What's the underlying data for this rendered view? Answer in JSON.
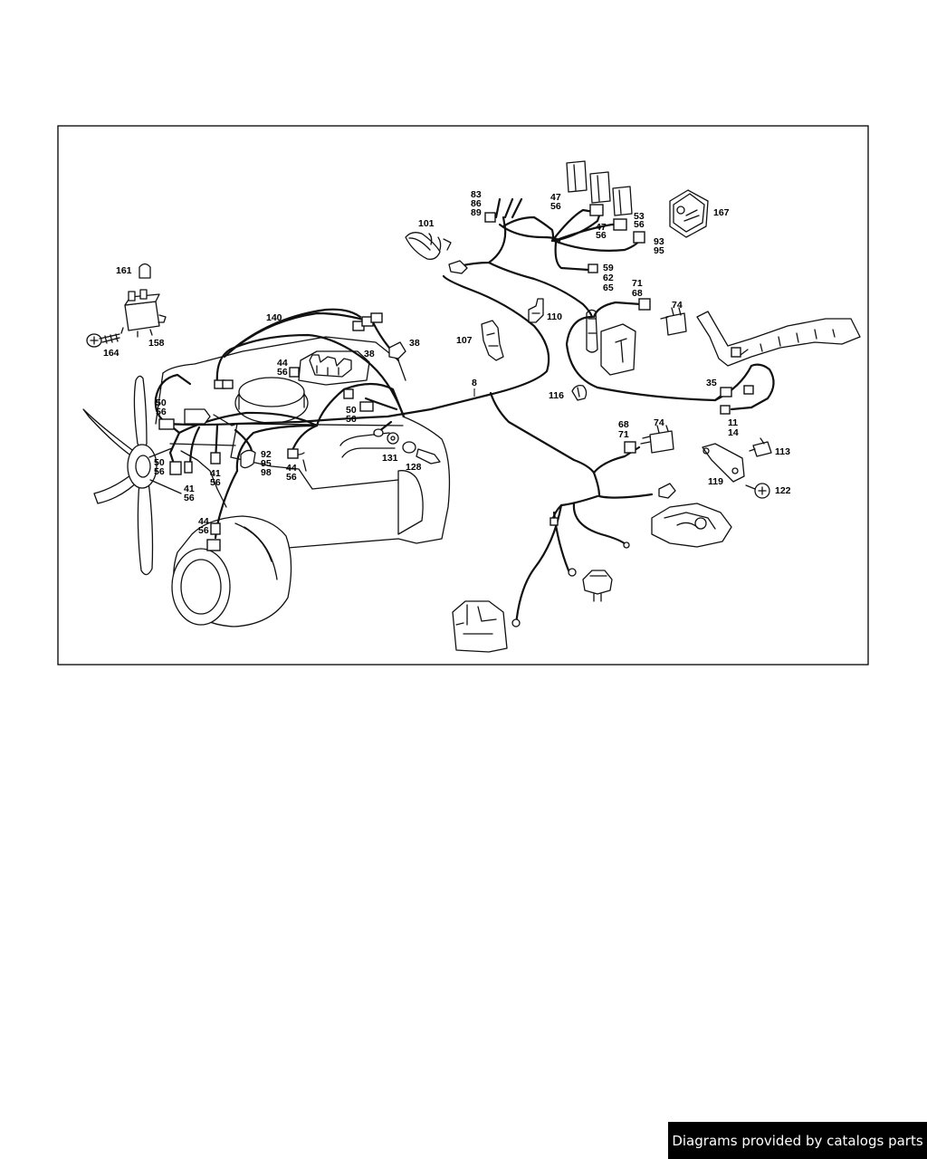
{
  "labels": {
    "l83": "83",
    "l86": "86",
    "l89": "89",
    "l47a": "47",
    "l56a": "56",
    "l47b": "47",
    "l56b": "56",
    "l53": "53",
    "l56c": "56",
    "l93": "93",
    "l95a": "95",
    "l167": "167",
    "l101": "101",
    "l59": "59",
    "l62": "62",
    "l65": "65",
    "l71a": "71",
    "l68a": "68",
    "l74a": "74",
    "l161": "161",
    "l158": "158",
    "l164": "164",
    "l140": "140",
    "l110": "110",
    "l107": "107",
    "l38a": "38",
    "l38b": "38",
    "l44a": "44",
    "l56d": "56",
    "l8": "8",
    "l116": "116",
    "l35": "35",
    "l50a": "50",
    "l56e": "56",
    "l50b": "50",
    "l56f": "56",
    "l11": "11",
    "l14": "14",
    "l68b": "68",
    "l71b": "71",
    "l74b": "74",
    "l113": "113",
    "l92": "92",
    "l95b": "95",
    "l98": "98",
    "l131": "131",
    "l128": "128",
    "l50c": "50",
    "l56g": "56",
    "l41a": "41",
    "l56h": "56",
    "l41b": "41",
    "l56i": "56",
    "l44b": "44",
    "l56j": "56",
    "l44c": "44",
    "l56k": "56",
    "l119": "119",
    "l122": "122"
  },
  "credit": "Diagrams provided by catalogs parts"
}
